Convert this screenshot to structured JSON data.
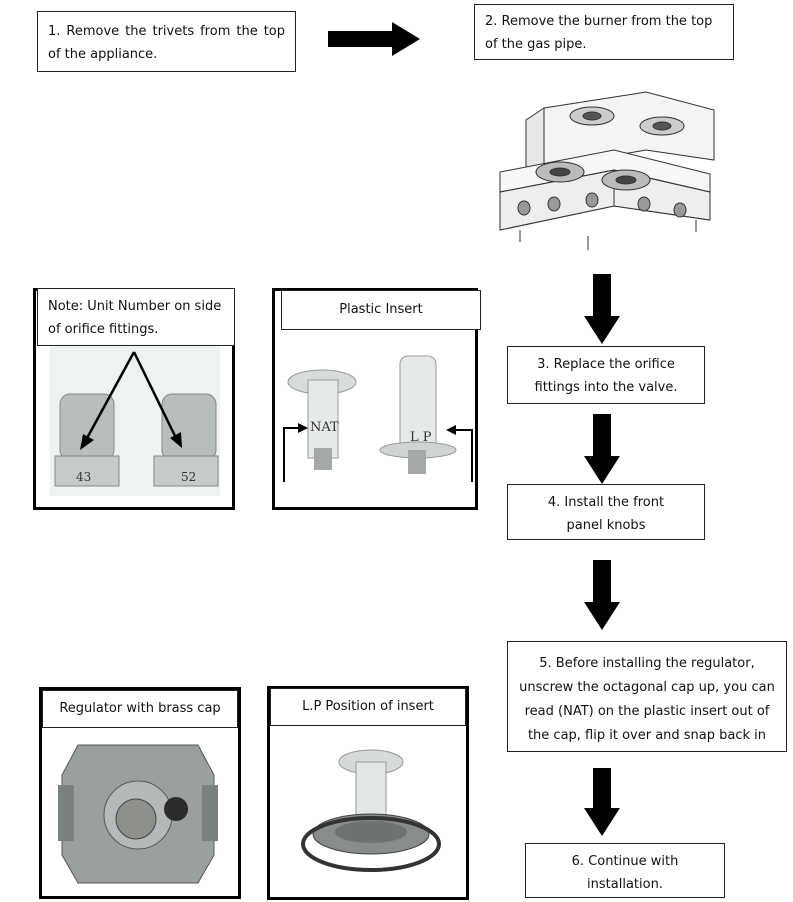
{
  "steps": {
    "step1": "1.  Remove the trivets from the top of the appliance.",
    "step2": "2. Remove the burner from the top of the gas pipe.",
    "step3": "3. Replace the orifice fittings into the valve.",
    "step4": "4. Install the front panel knobs",
    "step5": "5. Before installing the regulator, unscrew the octagonal cap up, you can read (NAT) on the plastic insert out of the cap, flip it over and snap back in",
    "step6": "6. Continue with installation."
  },
  "panels": {
    "note": {
      "caption": "Note: Unit Number on side of orifice fittings.",
      "left_number": "43",
      "right_number": "52"
    },
    "plastic_insert": {
      "caption": "Plastic Insert",
      "left_label": "NAT",
      "right_label": "L P"
    },
    "regulator": {
      "caption": "Regulator with brass cap"
    },
    "lp_position": {
      "caption": "L.P Position of insert"
    }
  }
}
